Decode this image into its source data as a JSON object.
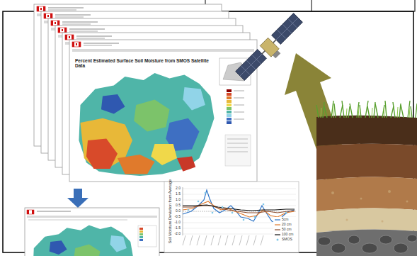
{
  "diagram": {
    "labels": [
      "Percent Estimated Surface Soil Moisture from SMOS Satellite Data",
      "Soil Moisture Deviation from Average",
      "2.0",
      "1.5",
      "1.0",
      "0.5",
      "0.0",
      "-0.5",
      "-1.0",
      "-1.5",
      "-2.0"
    ],
    "legend": [
      {
        "text": "5cm"
      },
      {
        "text": "20 cm"
      },
      {
        "text": "50 cm"
      },
      {
        "text": "100 cm"
      },
      {
        "text": "SMOS"
      }
    ]
  }
}
